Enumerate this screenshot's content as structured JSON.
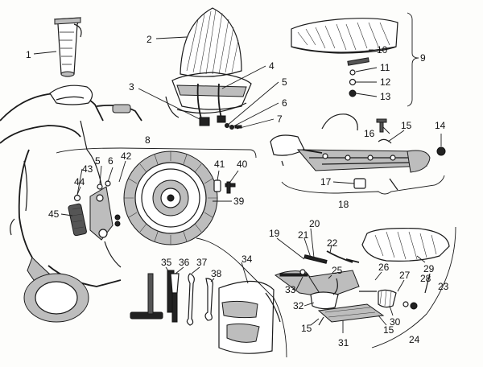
{
  "callouts": {
    "c1": "1",
    "c2": "2",
    "c3": "3",
    "c4": "4",
    "c5": "5",
    "c6": "6",
    "c7": "7",
    "c8": "8",
    "c9": "9",
    "c10": "10",
    "c11": "11",
    "c12": "12",
    "c13": "13",
    "c14": "14",
    "c15": "15",
    "c16": "16",
    "c17": "17",
    "c18": "18",
    "c19": "19",
    "c20": "20",
    "c21": "21",
    "c22": "22",
    "c23": "23",
    "c24": "24",
    "c25": "25",
    "c26": "26",
    "c27": "27",
    "c28": "28",
    "c29": "29",
    "c30": "30",
    "c31": "31",
    "c32": "32",
    "c33": "33",
    "c34": "34",
    "c35": "35",
    "c36": "36",
    "c37": "37",
    "c38": "38",
    "c39": "39",
    "c40": "40",
    "c41": "41",
    "c42": "42",
    "c43": "43",
    "c44": "44",
    "c45": "45"
  },
  "colors": {
    "ink": "#1a1a1a",
    "paper": "#fdfdfb",
    "shade": "#bdbdbd"
  }
}
